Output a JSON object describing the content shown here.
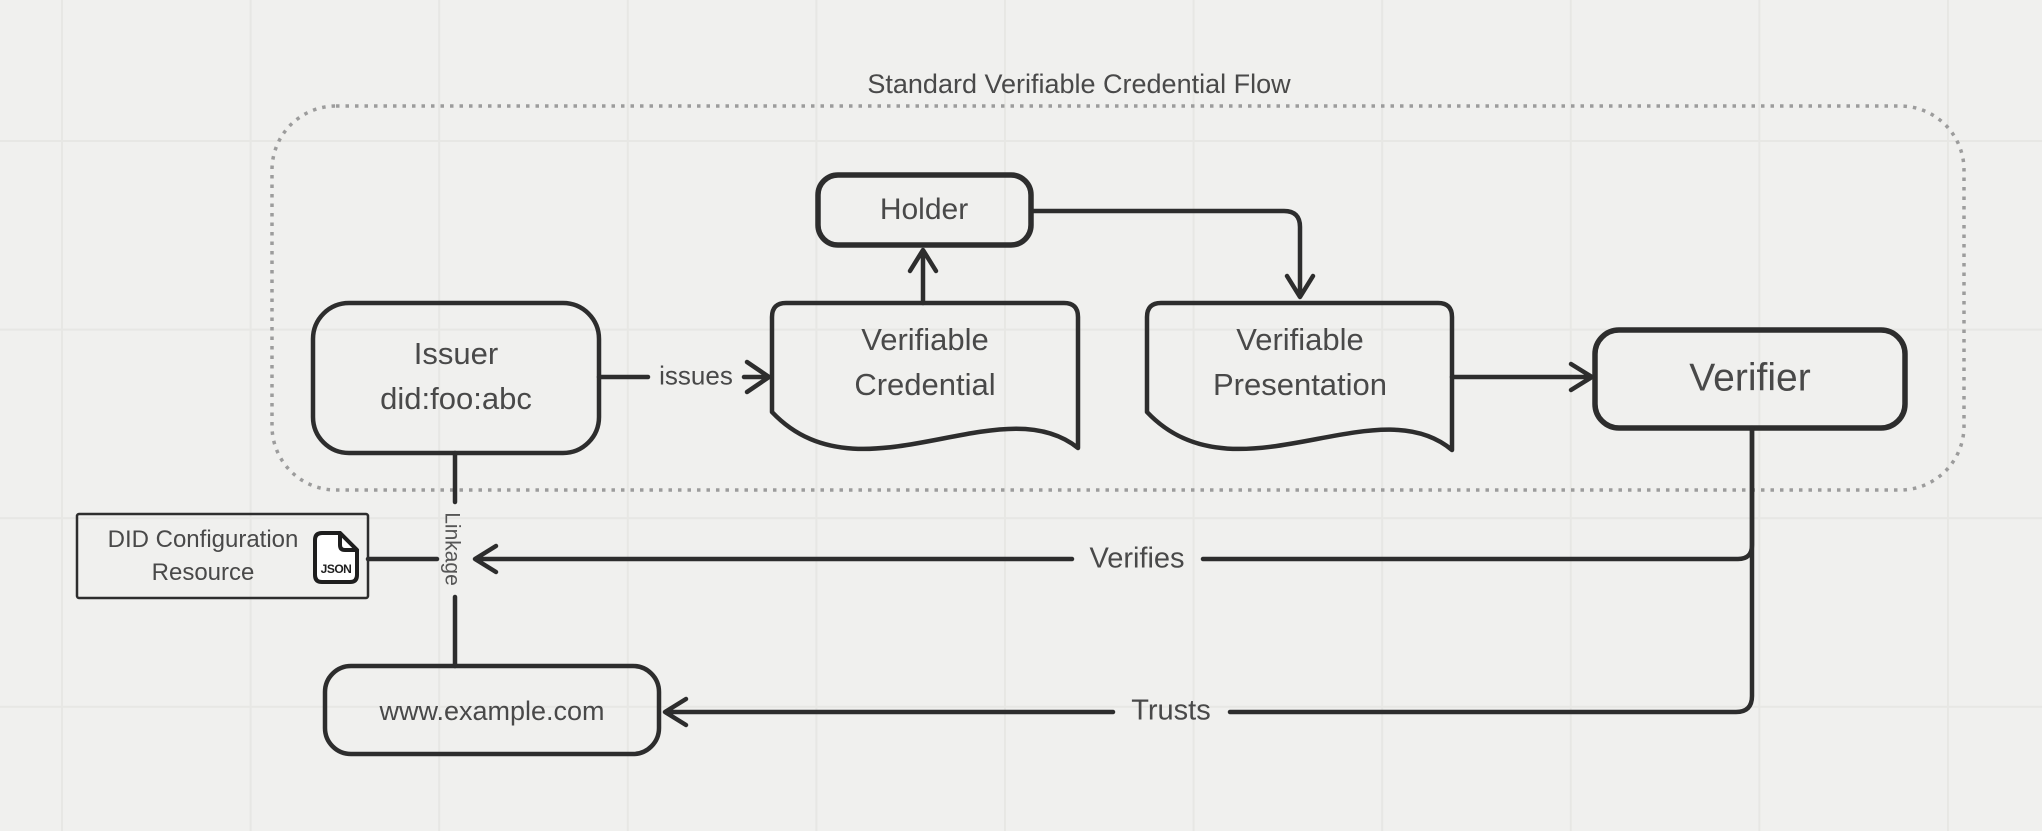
{
  "diagram": {
    "group": {
      "title": "Standard Verifiable Credential Flow"
    },
    "nodes": {
      "holder": {
        "label": "Holder"
      },
      "issuer": {
        "line1": "Issuer",
        "line2": "did:foo:abc"
      },
      "verifiable_credential": {
        "line1": "Verifiable",
        "line2": "Credential"
      },
      "verifiable_presentation": {
        "line1": "Verifiable",
        "line2": "Presentation"
      },
      "verifier": {
        "label": "Verifier"
      },
      "did_configuration": {
        "line1": "DID Configuration",
        "line2": "Resource",
        "file_icon_label": "JSON"
      },
      "website": {
        "label": "www.example.com"
      }
    },
    "edges": {
      "issues_label": "issues",
      "verifies_label": "Verifies",
      "trusts_label": "Trusts",
      "linkage_label": "Linkage"
    },
    "colors": {
      "background": "#f0f0ee",
      "grid_line": "#e7e7e4",
      "shape_stroke": "#2d2d2d",
      "text": "#494949",
      "group_border": "#9c9c9c",
      "icon_fill": "#ffffff"
    }
  }
}
